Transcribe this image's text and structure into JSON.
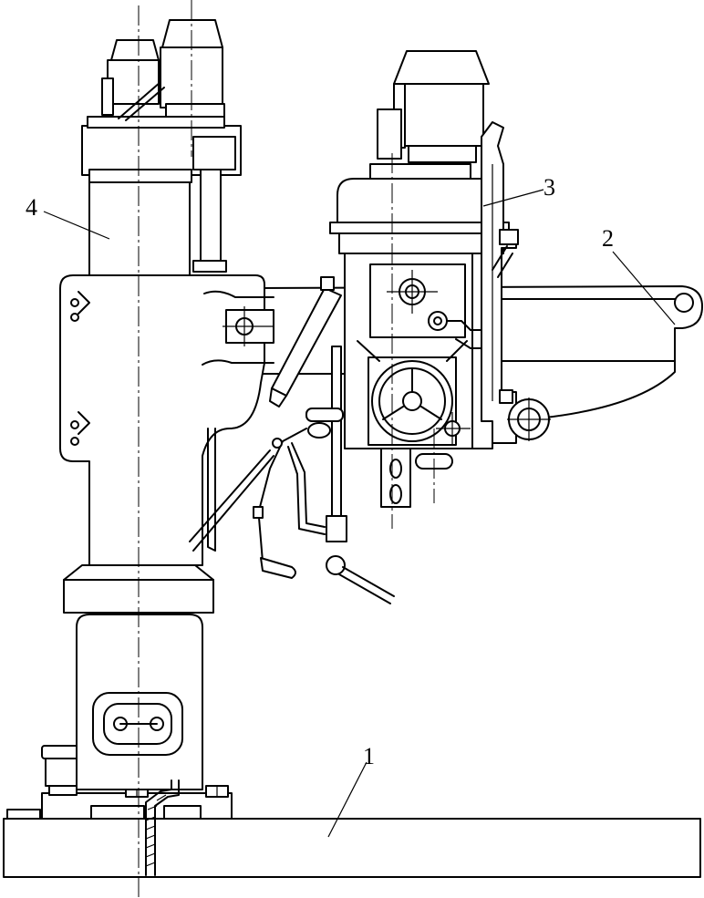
{
  "labels": {
    "base": "1",
    "arm": "2",
    "spindle_head": "3",
    "column": "4"
  }
}
